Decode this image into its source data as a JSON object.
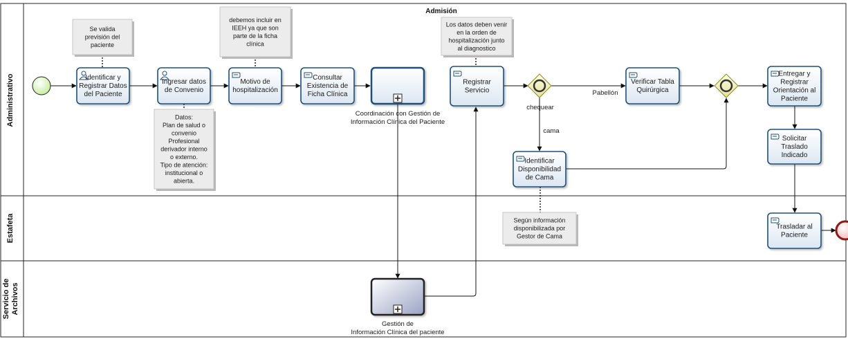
{
  "pool": {
    "title": "Admisión",
    "lanes": [
      {
        "id": "admin",
        "label": "Administrativo"
      },
      {
        "id": "estafeta",
        "label": "Estafeta"
      },
      {
        "id": "archivos",
        "label_lines": [
          "Servicio de",
          "Archivos"
        ]
      }
    ]
  },
  "tasks": {
    "t1": {
      "lines": [
        "Identificar y",
        "Registrar Datos",
        "del Paciente"
      ]
    },
    "t2": {
      "lines": [
        "Ingresar datos",
        "de Convenio"
      ]
    },
    "t3": {
      "lines": [
        "Motivo de",
        "hospitalización"
      ]
    },
    "t4": {
      "lines": [
        "Consultar",
        "Existencia de",
        "Ficha Clínica"
      ]
    },
    "t5": {
      "lines": [
        "Registrar",
        "Servicio"
      ]
    },
    "t6": {
      "lines": [
        "Verificar Tabla",
        "Quirúrgica"
      ]
    },
    "t7": {
      "lines": [
        "Entregar y",
        "Registrar",
        "Orientación al",
        "Paciente"
      ]
    },
    "t8": {
      "lines": [
        "Solicitar",
        "Traslado",
        "Indicado"
      ]
    },
    "t9": {
      "lines": [
        "Identificar",
        "Disponibilidad",
        "de Cama"
      ]
    },
    "t10": {
      "lines": [
        "Trasladar al",
        "Paciente"
      ]
    }
  },
  "subprocesses": {
    "sp1": {
      "lines": [
        "Coordinación con Gestión de",
        "Información Clínica del Paciente"
      ]
    },
    "sp2": {
      "lines": [
        "Gestión de",
        "Información Clínica del paciente"
      ]
    }
  },
  "annotations": {
    "n1": {
      "lines": [
        "Se valida",
        "previsión del",
        "paciente"
      ]
    },
    "n2": {
      "lines": [
        "Datos:",
        "Plan de salud o",
        "convenio",
        "Profesional",
        "derivador interno",
        "o externo.",
        "Tipo de atención:",
        "institucional o",
        "abierta."
      ]
    },
    "n3": {
      "lines": [
        "debemos incluir en",
        "IEEH ya que son",
        "parte de la ficha",
        "clínica"
      ]
    },
    "n4": {
      "lines": [
        "Los datos deben venir",
        "en la orden de",
        "hospitalización junto",
        "al diagnostico"
      ]
    },
    "n5": {
      "lines": [
        "Según información",
        "disponibilizada por",
        "Gestor de Cama"
      ]
    }
  },
  "flow_labels": {
    "chequear": "chequear",
    "pabellon": "Pabellón",
    "cama": "cama"
  }
}
